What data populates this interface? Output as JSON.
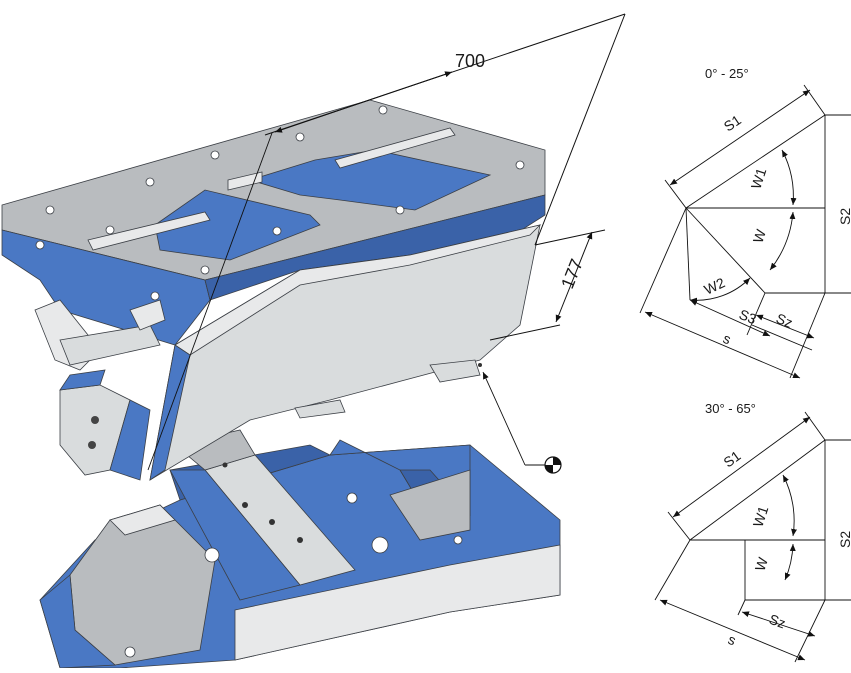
{
  "colors": {
    "body_blue": "#4a78c4",
    "body_blue_dark": "#3a62a8",
    "plate_grey": "#b9bcbf",
    "face_grey": "#d9dcdd",
    "light_grey": "#e8e9ea",
    "line": "#111111"
  },
  "machine": {
    "dimension_length": "700",
    "dimension_height": "177",
    "cog_symbol": "center-of-gravity-icon"
  },
  "diagram_top": {
    "range_label": "0° - 25°",
    "labels": {
      "s1": "S1",
      "s2": "S2",
      "w1": "W1",
      "w": "W",
      "w2": "W2",
      "sz": "Sz",
      "s3": "S3",
      "s": "s"
    }
  },
  "diagram_bottom": {
    "range_label": "30° - 65°",
    "labels": {
      "s1": "S1",
      "s2": "S2",
      "w1": "W1",
      "w": "W",
      "sz": "Sz",
      "s": "s"
    }
  }
}
